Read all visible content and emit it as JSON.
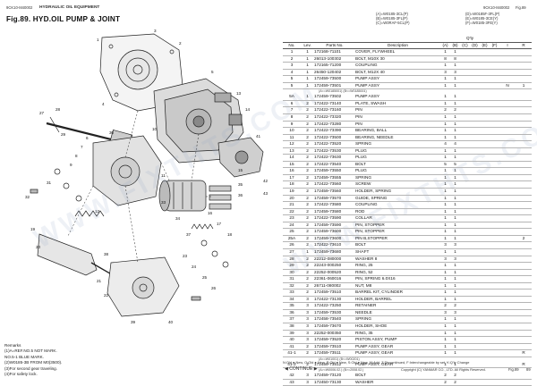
{
  "header": {
    "left_code": "9CK10-M40002",
    "left_group": "HYDRAULIC OIL EQUIPMENT",
    "fig_title": "Fig.89.  HYD.OIL PUMP & JOINT",
    "right_code": "9CK10-M40002",
    "right_fig": "Fig.89",
    "serial_notes_left": [
      "(A)=W0185-3CL(P)",
      "(B)=W0185-3FL(P)",
      "(C)=W0RAF-5CL(P)"
    ],
    "serial_notes_right": [
      "(D)=W0185F-3FL(P)",
      "(E)=W0185-3CE(Y)",
      "(F)=W0185-3FE(Y)"
    ]
  },
  "columns": {
    "no": "No.",
    "lev": "Lev.",
    "parts_no": "Parts No.",
    "description": "Description",
    "qty": "Q'ty",
    "qty_cols": [
      "(A)",
      "(B)",
      "(C)",
      "(D)",
      "(E)",
      "(F)"
    ],
    "i": "I",
    "r": "R"
  },
  "rows": [
    {
      "type": "row",
      "no": "1",
      "lev": "1",
      "pn": "172168-71101",
      "desc": "COVER, FLYWHEEL",
      "a": "1",
      "b": "1",
      "i": "",
      "r": ""
    },
    {
      "type": "row",
      "no": "2",
      "lev": "1",
      "pn": "26013-100302",
      "desc": "BOLT, M10X 30",
      "a": "8",
      "b": "8",
      "i": "",
      "r": ""
    },
    {
      "type": "row",
      "no": "3",
      "lev": "1",
      "pn": "172165-71200",
      "desc": "COUPLING",
      "a": "1",
      "b": "1",
      "i": "",
      "r": ""
    },
    {
      "type": "row",
      "no": "4",
      "lev": "1",
      "pn": "26450-120402",
      "desc": "BOLT, M12X 40",
      "a": "3",
      "b": "3",
      "i": "",
      "r": ""
    },
    {
      "type": "row",
      "no": "5",
      "lev": "1",
      "pn": "172459-73500",
      "desc": "PUMP ASSY",
      "a": "1",
      "b": "1",
      "i": "",
      "r": ""
    },
    {
      "type": "row",
      "no": "5",
      "lev": "1",
      "pn": "172459-73501",
      "desc": "PUMP ASSY",
      "a": "1",
      "b": "1",
      "i": "N",
      "r": "1"
    },
    {
      "type": "note",
      "text": "(A<=W0185001)          (B<=W0185001)"
    },
    {
      "type": "row",
      "no": "5A",
      "lev": "1",
      "pn": "172459-73502",
      "desc": "PUMP ASSY",
      "a": "1",
      "b": "1",
      "i": "",
      "r": ""
    },
    {
      "type": "row",
      "no": "6",
      "lev": "2",
      "pn": "172422-73140",
      "desc": "PLATE, SWASH",
      "a": "1",
      "b": "1",
      "i": "",
      "r": ""
    },
    {
      "type": "row",
      "no": "7",
      "lev": "2",
      "pn": "172422-73160",
      "desc": "PIN",
      "a": "2",
      "b": "2",
      "i": "",
      "r": ""
    },
    {
      "type": "row",
      "no": "8",
      "lev": "2",
      "pn": "172422-73320",
      "desc": "PIN",
      "a": "1",
      "b": "1",
      "i": "",
      "r": ""
    },
    {
      "type": "row",
      "no": "9",
      "lev": "2",
      "pn": "172422-73280",
      "desc": "PIN",
      "a": "1",
      "b": "1",
      "i": "",
      "r": ""
    },
    {
      "type": "row",
      "no": "10",
      "lev": "2",
      "pn": "172422-73390",
      "desc": "BEARING, BALL",
      "a": "1",
      "b": "1",
      "i": "",
      "r": ""
    },
    {
      "type": "row",
      "no": "11",
      "lev": "2",
      "pn": "172422-73500",
      "desc": "BEARING, NEEDLE",
      "a": "1",
      "b": "1",
      "i": "",
      "r": ""
    },
    {
      "type": "row",
      "no": "12",
      "lev": "2",
      "pn": "172422-73520",
      "desc": "SPRING",
      "a": "4",
      "b": "4",
      "i": "",
      "r": ""
    },
    {
      "type": "row",
      "no": "13",
      "lev": "2",
      "pn": "172422-73530",
      "desc": "PLUG",
      "a": "1",
      "b": "1",
      "i": "",
      "r": ""
    },
    {
      "type": "row",
      "no": "14",
      "lev": "2",
      "pn": "172422-73630",
      "desc": "PLUG",
      "a": "1",
      "b": "1",
      "i": "",
      "r": ""
    },
    {
      "type": "row",
      "no": "15",
      "lev": "2",
      "pn": "172422-73540",
      "desc": "BOLT",
      "a": "5",
      "b": "5",
      "i": "",
      "r": ""
    },
    {
      "type": "row",
      "no": "16",
      "lev": "2",
      "pn": "172459-73550",
      "desc": "PLUG",
      "a": "1",
      "b": "1",
      "i": "",
      "r": ""
    },
    {
      "type": "row",
      "no": "17",
      "lev": "2",
      "pn": "172459-73555",
      "desc": "SPRING",
      "a": "1",
      "b": "1",
      "i": "",
      "r": ""
    },
    {
      "type": "row",
      "no": "18",
      "lev": "2",
      "pn": "172422-73560",
      "desc": "SCREW",
      "a": "1",
      "b": "1",
      "i": "",
      "r": ""
    },
    {
      "type": "row",
      "no": "19",
      "lev": "2",
      "pn": "172459-73560",
      "desc": "HOLDER, SPRING",
      "a": "1",
      "b": "1",
      "i": "",
      "r": ""
    },
    {
      "type": "row",
      "no": "20",
      "lev": "2",
      "pn": "172459-73570",
      "desc": "GUIDE, SPRING",
      "a": "1",
      "b": "1",
      "i": "",
      "r": ""
    },
    {
      "type": "row",
      "no": "21",
      "lev": "2",
      "pn": "172422-73580",
      "desc": "COUPLING",
      "a": "1",
      "b": "1",
      "i": "",
      "r": ""
    },
    {
      "type": "row",
      "no": "22",
      "lev": "2",
      "pn": "172459-73580",
      "desc": "ROD",
      "a": "1",
      "b": "1",
      "i": "",
      "r": ""
    },
    {
      "type": "row",
      "no": "23",
      "lev": "2",
      "pn": "172422-73590",
      "desc": "COLLAR",
      "a": "1",
      "b": "1",
      "i": "",
      "r": ""
    },
    {
      "type": "row",
      "no": "24",
      "lev": "2",
      "pn": "172459-73590",
      "desc": "PIN, STOPPER",
      "a": "1",
      "b": "1",
      "i": "",
      "r": ""
    },
    {
      "type": "row",
      "no": "25",
      "lev": "2",
      "pn": "172459-73600",
      "desc": "PIN, STOPPER",
      "a": "1",
      "b": "1",
      "i": "",
      "r": ""
    },
    {
      "type": "row",
      "no": "25A",
      "lev": "2",
      "pn": "172459-73600",
      "desc": "PIN B,STOPPER",
      "a": "1",
      "b": "1",
      "i": "",
      "r": "2"
    },
    {
      "type": "row",
      "no": "26",
      "lev": "2",
      "pn": "172422-73610",
      "desc": "BOLT",
      "a": "3",
      "b": "3",
      "i": "",
      "r": ""
    },
    {
      "type": "row",
      "no": "27",
      "lev": "1",
      "pn": "172459-73680",
      "desc": "SHAFT",
      "a": "1",
      "b": "1",
      "i": "",
      "r": ""
    },
    {
      "type": "row",
      "no": "28",
      "lev": "2",
      "pn": "22212-080000",
      "desc": "WASHER 8",
      "a": "3",
      "b": "3",
      "i": "",
      "r": ""
    },
    {
      "type": "row",
      "no": "29",
      "lev": "2",
      "pn": "22243-000250",
      "desc": "RING, 25",
      "a": "1",
      "b": "1",
      "i": "",
      "r": ""
    },
    {
      "type": "row",
      "no": "30",
      "lev": "2",
      "pn": "22252-000520",
      "desc": "RING, 52",
      "a": "1",
      "b": "1",
      "i": "",
      "r": ""
    },
    {
      "type": "row",
      "no": "31",
      "lev": "2",
      "pn": "22361-060016",
      "desc": "PIN, SPRING 6.0X16",
      "a": "1",
      "b": "1",
      "i": "",
      "r": ""
    },
    {
      "type": "row",
      "no": "32",
      "lev": "2",
      "pn": "26711-080002",
      "desc": "NUT, M8",
      "a": "1",
      "b": "1",
      "i": "",
      "r": ""
    },
    {
      "type": "row",
      "no": "33",
      "lev": "2",
      "pn": "172459-73510",
      "desc": "BARREL KIT, CYLINDER",
      "a": "1",
      "b": "1",
      "i": "",
      "r": ""
    },
    {
      "type": "row",
      "no": "34",
      "lev": "3",
      "pn": "172422-73130",
      "desc": "HOLDER, BARREL",
      "a": "1",
      "b": "1",
      "i": "",
      "r": ""
    },
    {
      "type": "row",
      "no": "35",
      "lev": "3",
      "pn": "172422-73250",
      "desc": "RETAINER",
      "a": "2",
      "b": "2",
      "i": "",
      "r": ""
    },
    {
      "type": "row",
      "no": "36",
      "lev": "3",
      "pn": "172459-73530",
      "desc": "NEEDLE",
      "a": "3",
      "b": "3",
      "i": "",
      "r": ""
    },
    {
      "type": "row",
      "no": "37",
      "lev": "3",
      "pn": "172458-73540",
      "desc": "SPRING",
      "a": "1",
      "b": "1",
      "i": "",
      "r": ""
    },
    {
      "type": "row",
      "no": "38",
      "lev": "3",
      "pn": "172459-73670",
      "desc": "HOLDER, SHOE",
      "a": "1",
      "b": "1",
      "i": "",
      "r": ""
    },
    {
      "type": "row",
      "no": "39",
      "lev": "3",
      "pn": "22252-000350",
      "desc": "RING, 35",
      "a": "1",
      "b": "1",
      "i": "",
      "r": ""
    },
    {
      "type": "row",
      "no": "40",
      "lev": "3",
      "pn": "172459-73520",
      "desc": "PISTON ASSY, PUMP",
      "a": "1",
      "b": "1",
      "i": "",
      "r": ""
    },
    {
      "type": "row",
      "no": "41",
      "lev": "2",
      "pn": "172459-73510",
      "desc": "PUMP ASSY, GEAR",
      "a": "1",
      "b": "1",
      "i": "",
      "r": ""
    },
    {
      "type": "row",
      "no": "41-1",
      "lev": "2",
      "pn": "172459-73511",
      "desc": "PUMP ASSY, GEAR",
      "a": "1",
      "b": "1",
      "i": "",
      "r": "R"
    },
    {
      "type": "note",
      "text": "(A<=W01001)          (B<=W00201)"
    },
    {
      "type": "row",
      "no": "41-2",
      "lev": "2",
      "pn": "172459-73512",
      "desc": "PUMP ASSY, GEAR",
      "a": "1",
      "b": "1",
      "i": "",
      "r": "R"
    },
    {
      "type": "note",
      "text": "(A>=W0006.02.)          (B>=2008.02.)"
    },
    {
      "type": "row",
      "no": "42",
      "lev": "3",
      "pn": "172459-73120",
      "desc": "BOLT",
      "a": "2",
      "b": "2",
      "i": "",
      "r": ""
    },
    {
      "type": "row",
      "no": "43",
      "lev": "3",
      "pn": "172450-73130",
      "desc": "WASHER",
      "a": "2",
      "b": "2",
      "i": "",
      "r": ""
    }
  ],
  "remarks": {
    "title": "Remarks",
    "lines": [
      "(1)A=REF.NO.5 NOT MARK.",
      "NO.5-1 BLUE MARK.",
      "(2)W0185-3B FROM M0(3500).",
      "(3)For second gear traveling.",
      "(4)For safety lock."
    ]
  },
  "footer": {
    "legend": "N:Old  ● New, O:Old  ● New, R:Old  ● New, S:Old  ● New, M:Add, Z:Discontinued, F:Interchangeable by set, K:Q'ty Change",
    "continue": "CONTINUE",
    "copyright": "Copyright (C)  YANMAR CO., LTD. All Rights Reserved.",
    "fig_ref": "Fig.89",
    "page_no": "89"
  },
  "watermark": "WWW.FIXTHTS.COM",
  "diagram_labels": [
    "1",
    "2",
    "3",
    "4",
    "5",
    "6",
    "7",
    "8",
    "9",
    "10",
    "11",
    "12",
    "13",
    "14",
    "15",
    "16",
    "17",
    "18",
    "19",
    "20",
    "21",
    "22",
    "23",
    "24",
    "25",
    "26",
    "27",
    "28",
    "29",
    "30",
    "31",
    "32",
    "33",
    "34",
    "35",
    "36",
    "37",
    "38",
    "39",
    "40",
    "41",
    "42",
    "43"
  ]
}
